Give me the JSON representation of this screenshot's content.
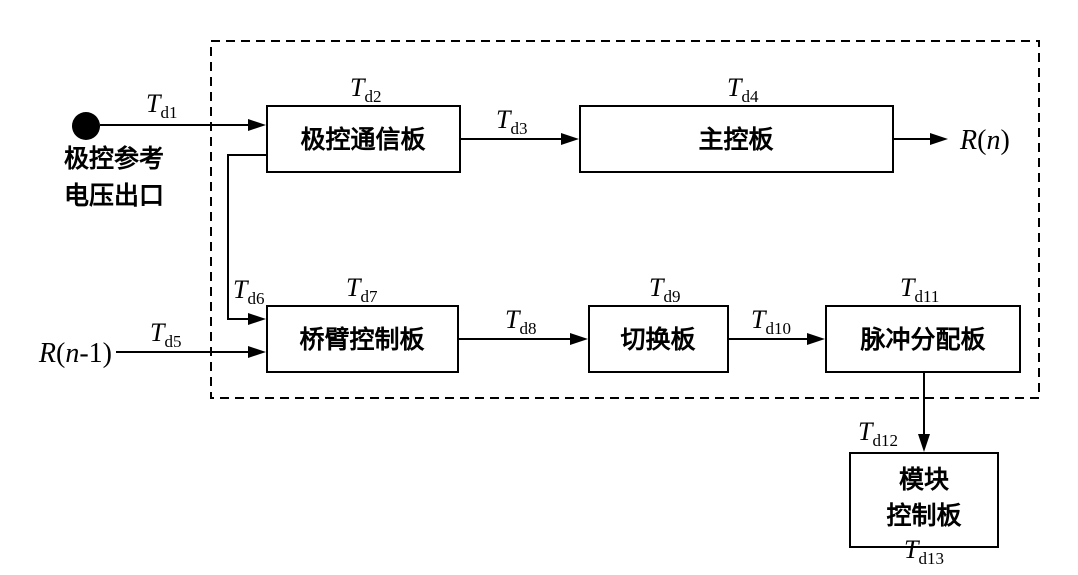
{
  "source": {
    "lines": [
      "极控参考",
      "电压出口"
    ]
  },
  "blocks": {
    "pole_comm": "极控通信板",
    "main_ctrl": "主控板",
    "bridge_arm": "桥臂控制板",
    "switch": "切换板",
    "pulse_dist": "脉冲分配板",
    "module_ctrl": [
      "模块",
      "控制板"
    ]
  },
  "io": {
    "output_R": "R",
    "output_arg": "n",
    "input_R": "R",
    "input_arg": "n",
    "input_suffix": "-1"
  },
  "delays": {
    "symbol": "T",
    "d1": "d1",
    "d2": "d2",
    "d3": "d3",
    "d4": "d4",
    "d5": "d5",
    "d6": "d6",
    "d7": "d7",
    "d8": "d8",
    "d9": "d9",
    "d10": "d10",
    "d11": "d11",
    "d12": "d12",
    "d13": "d13"
  }
}
